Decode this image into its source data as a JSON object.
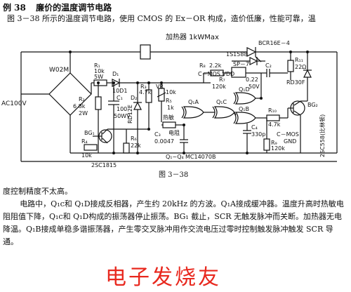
{
  "header": {
    "example_no": "例 38",
    "title": "廉价的温度调节电路"
  },
  "intro": "图 3－38 所示的温度调节电路，使用 CMOS 的 Ex－OR 构成，造价低廉，性能可靠，温",
  "figure": {
    "caption": "图 3－38",
    "heater_label": "加热器 1kWMax",
    "labels": {
      "w02m": "W02M",
      "ac100v": "AC100V",
      "r1": "R₁",
      "r1_val": "10k",
      "r1_power": "5W",
      "d1": "D₁",
      "d1_part": "10D1",
      "r2": "R₂",
      "r2_val": "6.8k",
      "r2_power": "2W",
      "c1": "C₁",
      "c1_val": "100",
      "c1_rating": "50WV",
      "d2": "D₂",
      "r3": "R₃",
      "r3_val": "4.7k",
      "rd12e": "RD12E",
      "vr": "VR",
      "vr_val": "10k",
      "r5": "R₅",
      "r5_val": "1k",
      "rt_label": "热敏",
      "rt_label2": "电阻",
      "r4": "R₄",
      "r4_val": "10k",
      "bg1": "BG₁",
      "bg1_part": "2SC1815",
      "r6": "R₆",
      "r6_val": "22k",
      "c3": "C₃",
      "c3_val": "0.0047",
      "ic_label": "Q₁~Q₄",
      "ic_part": "MC14070B",
      "q1a": "Q₁A",
      "q1b": "Q₁B",
      "q1c": "Q₁C",
      "q1d": "Q₁D",
      "s1588": "1S1588",
      "r8": "R₈",
      "r8_val": "2.2k",
      "sp7": "SP－7",
      "r7": "R₇",
      "r7_val": "120k",
      "c2": "C₂",
      "c2_val": "0.22",
      "c2_rating": "50V",
      "cmos_vdd": "C－MOS VDD",
      "c4": "C₄",
      "c4_val": "330p",
      "r10": "R₁₀",
      "r10_val": "4.7k",
      "r9": "R₉",
      "r9_val": "120k",
      "cmos_gnd": "C－MOS",
      "gnd": "GND",
      "scr": "BCR16E－4",
      "r11": "R₁₁",
      "r11_val": "22Ω",
      "rd30f": "RD30F",
      "bg2": "BG₂",
      "bg2_part": "2SC558(比林顿)"
    }
  },
  "body": {
    "para1": "度控制精度不太高。",
    "para2": "电路中，Q₁c和 Q₁D接成反相器，产生约 20kHz 的方波。Q₁A接成缓冲器。温度升高时热敏电阻阻值下降，Q₁c和 Q₁D构成的振荡器停止振荡。BG₁ 截止，SCR 无触发脉冲而关断。加热器无电降温。Q₁B接成单稳多谐振荡器，产生零交叉脉冲用作交流电压过零时控制触发脉冲触发 SCR 导通。"
  },
  "watermark": "电子发烧友",
  "colors": {
    "ink": "#111111",
    "watermark": "#e8281e"
  }
}
